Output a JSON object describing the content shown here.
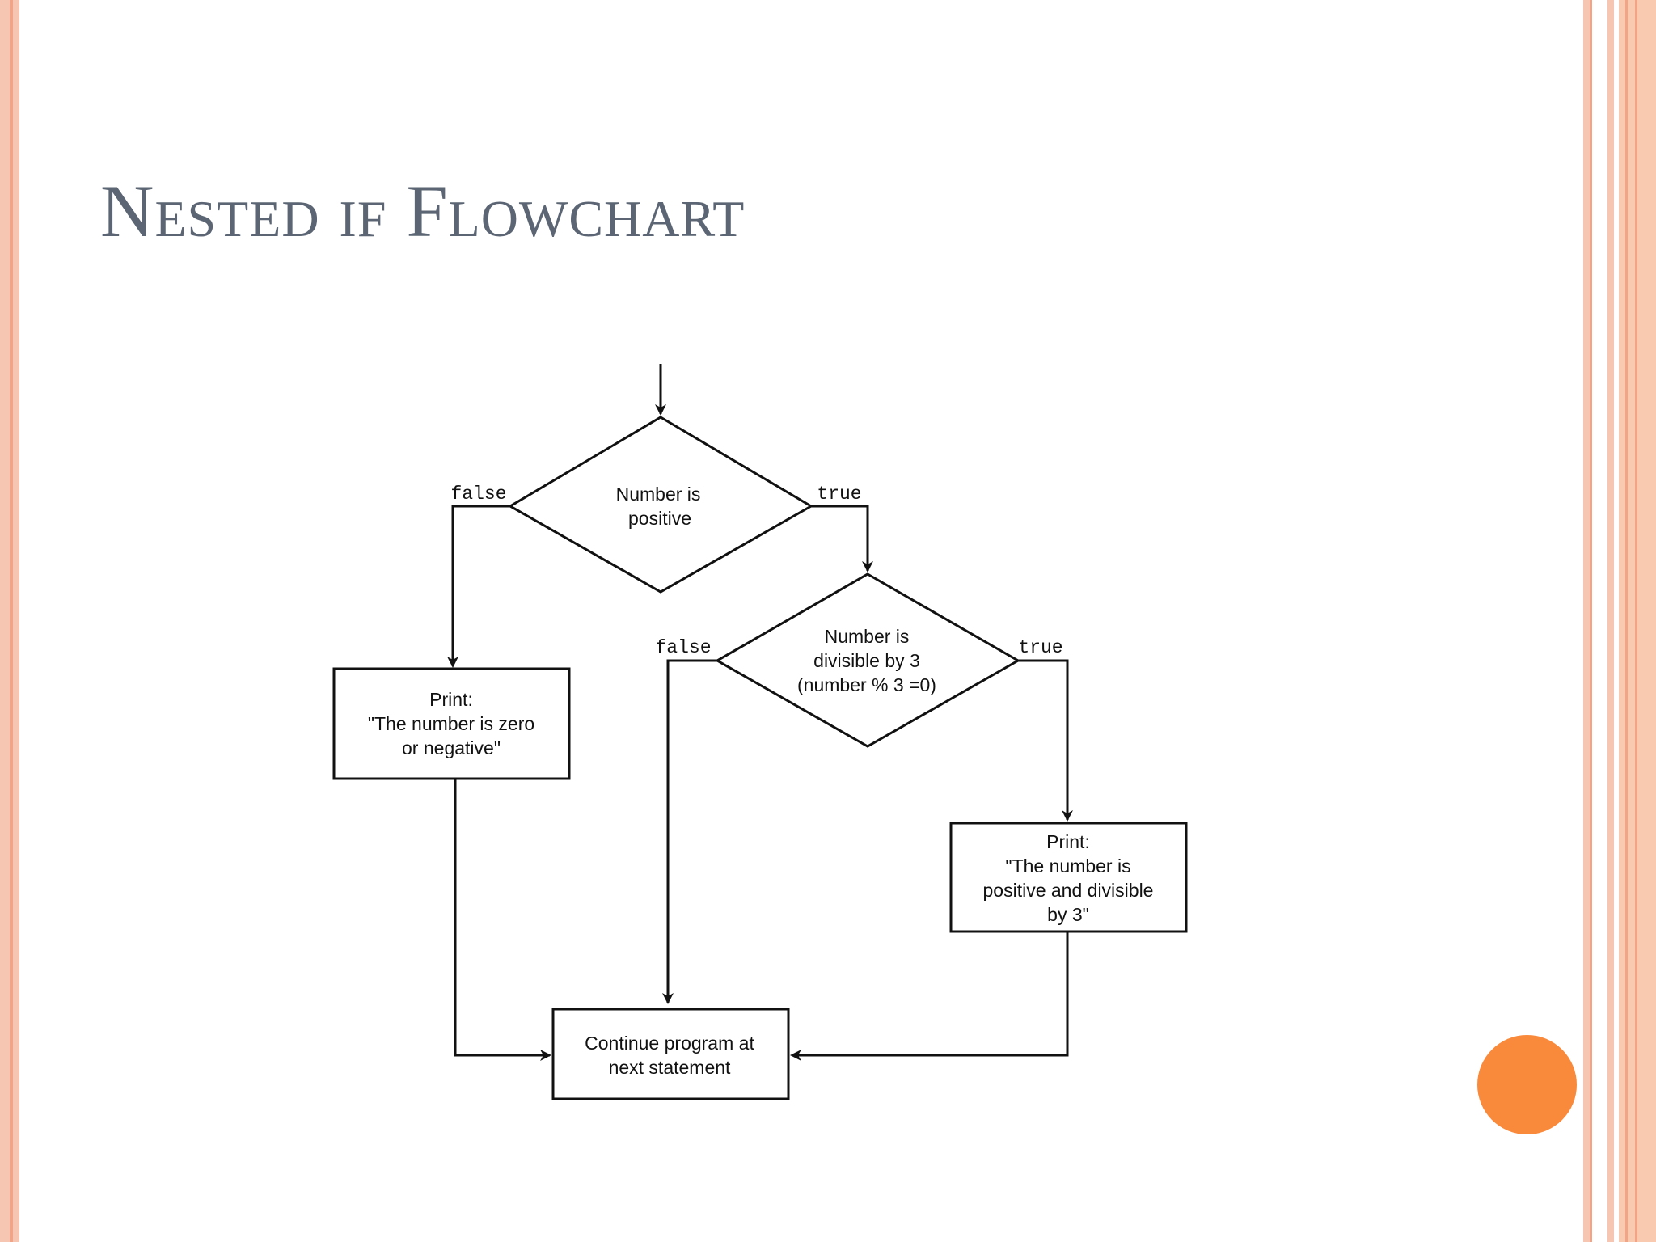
{
  "slide": {
    "title": "Nested if Flowchart",
    "accent_color": "#f98a3c",
    "stripe_color": "#f7c6b2"
  },
  "flowchart": {
    "decision1": {
      "line1": "Number is",
      "line2": "positive",
      "false_label": "false",
      "true_label": "true"
    },
    "decision2": {
      "line1": "Number is",
      "line2": "divisible by 3",
      "line3": "(number % 3 =0)",
      "false_label": "false",
      "true_label": "true"
    },
    "box_negative": {
      "line1": "Print:",
      "line2": "\"The number is zero",
      "line3": "or negative\""
    },
    "box_divisible": {
      "line1": "Print:",
      "line2": "\"The number is",
      "line3": "positive and divisible",
      "line4": "by 3\""
    },
    "box_continue": {
      "line1": "Continue program at",
      "line2": "next statement"
    }
  }
}
